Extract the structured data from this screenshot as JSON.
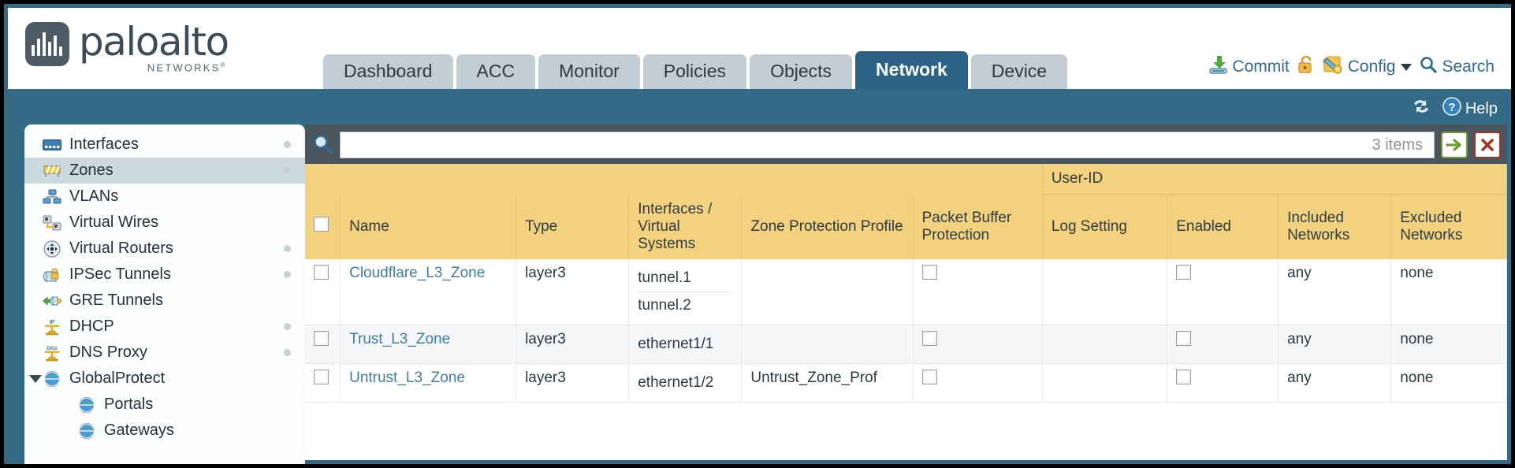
{
  "brand": {
    "word": "paloalto",
    "sub": "NETWORKS",
    "sub_mark": "®"
  },
  "nav": {
    "tabs": [
      {
        "label": "Dashboard",
        "active": false
      },
      {
        "label": "ACC",
        "active": false
      },
      {
        "label": "Monitor",
        "active": false
      },
      {
        "label": "Policies",
        "active": false
      },
      {
        "label": "Objects",
        "active": false
      },
      {
        "label": "Network",
        "active": true
      },
      {
        "label": "Device",
        "active": false
      }
    ]
  },
  "topactions": {
    "commit": "Commit",
    "config": "Config",
    "search": "Search"
  },
  "bluebar": {
    "help": "Help"
  },
  "sidebar": {
    "items": [
      {
        "label": "Interfaces",
        "icon": "interfaces-icon",
        "selected": false,
        "dot": true,
        "child": false
      },
      {
        "label": "Zones",
        "icon": "zones-icon",
        "selected": true,
        "dot": true,
        "child": false
      },
      {
        "label": "VLANs",
        "icon": "vlans-icon",
        "selected": false,
        "dot": false,
        "child": false
      },
      {
        "label": "Virtual Wires",
        "icon": "virtual-wires-icon",
        "selected": false,
        "dot": false,
        "child": false
      },
      {
        "label": "Virtual Routers",
        "icon": "virtual-routers-icon",
        "selected": false,
        "dot": true,
        "child": false
      },
      {
        "label": "IPSec Tunnels",
        "icon": "ipsec-tunnels-icon",
        "selected": false,
        "dot": true,
        "child": false
      },
      {
        "label": "GRE Tunnels",
        "icon": "gre-tunnels-icon",
        "selected": false,
        "dot": false,
        "child": false
      },
      {
        "label": "DHCP",
        "icon": "dhcp-icon",
        "selected": false,
        "dot": true,
        "child": false
      },
      {
        "label": "DNS Proxy",
        "icon": "dns-proxy-icon",
        "selected": false,
        "dot": true,
        "child": false
      },
      {
        "label": "GlobalProtect",
        "icon": "globalprotect-icon",
        "selected": false,
        "dot": false,
        "child": false,
        "twisty": true
      },
      {
        "label": "Portals",
        "icon": "portals-icon",
        "selected": false,
        "dot": false,
        "child": true
      },
      {
        "label": "Gateways",
        "icon": "gateways-icon",
        "selected": false,
        "dot": false,
        "child": true
      }
    ]
  },
  "toolbar": {
    "search_value": "",
    "search_placeholder": "",
    "item_count": "3 items",
    "apply_label": "→",
    "clear_label": "✖"
  },
  "table": {
    "group_header": "User-ID",
    "columns": [
      "Name",
      "Type",
      "Interfaces / Virtual Systems",
      "Zone Protection Profile",
      "Packet Buffer Protection",
      "Log Setting",
      "Enabled",
      "Included Networks",
      "Excluded Networks"
    ],
    "rows": [
      {
        "name": "Cloudflare_L3_Zone",
        "type": "layer3",
        "interfaces": [
          "tunnel.1",
          "tunnel.2"
        ],
        "zone_protection_profile": "",
        "packet_buffer_protection": false,
        "log_setting": "",
        "userid_enabled": false,
        "included_networks": "any",
        "excluded_networks": "none"
      },
      {
        "name": "Trust_L3_Zone",
        "type": "layer3",
        "interfaces": [
          "ethernet1/1"
        ],
        "zone_protection_profile": "",
        "packet_buffer_protection": false,
        "log_setting": "",
        "userid_enabled": false,
        "included_networks": "any",
        "excluded_networks": "none"
      },
      {
        "name": "Untrust_L3_Zone",
        "type": "layer3",
        "interfaces": [
          "ethernet1/2"
        ],
        "zone_protection_profile": "Untrust_Zone_Prof",
        "packet_buffer_protection": false,
        "log_setting": "",
        "userid_enabled": false,
        "included_networks": "any",
        "excluded_networks": "none"
      }
    ]
  },
  "colors": {
    "header_yellow": "#f3d27f",
    "group_yellow": "#eec25f",
    "active_tab": "#2b6285",
    "page_blue": "#336b86",
    "link": "#3f7ea3"
  }
}
